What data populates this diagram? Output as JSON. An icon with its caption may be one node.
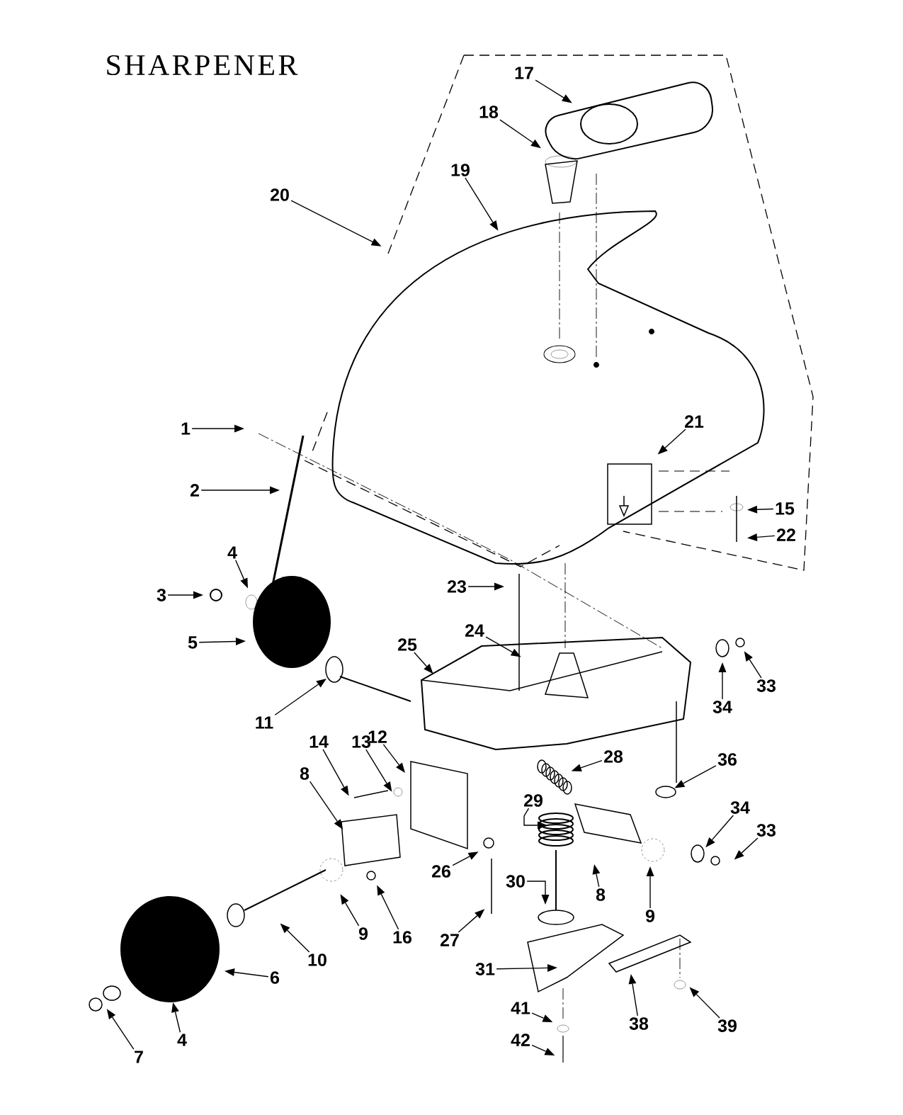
{
  "diagram": {
    "title": "SHARPENER",
    "nodes": [
      {
        "text": [
          "17"
        ]
      },
      {
        "text": [
          "18"
        ]
      },
      {
        "text": [
          "19"
        ]
      },
      {
        "text": [
          "20"
        ]
      },
      {
        "text": [
          "21"
        ]
      },
      {
        "text": [
          "1"
        ]
      },
      {
        "text": [
          "2"
        ]
      },
      {
        "text": [
          "15"
        ]
      },
      {
        "text": [
          "22"
        ]
      },
      {
        "text": [
          "4"
        ]
      },
      {
        "text": [
          "23"
        ]
      },
      {
        "text": [
          "3"
        ]
      },
      {
        "text": [
          "24"
        ]
      },
      {
        "text": [
          "5"
        ]
      },
      {
        "text": [
          "25"
        ]
      },
      {
        "text": [
          "33"
        ]
      },
      {
        "text": [
          "34"
        ]
      },
      {
        "text": [
          "11"
        ]
      },
      {
        "text": [
          "12"
        ]
      },
      {
        "text": [
          "14"
        ]
      },
      {
        "text": [
          "13"
        ]
      },
      {
        "text": [
          "28"
        ]
      },
      {
        "text": [
          "36"
        ]
      },
      {
        "text": [
          "8"
        ]
      },
      {
        "text": [
          "29"
        ]
      },
      {
        "text": [
          "34"
        ]
      },
      {
        "text": [
          "33"
        ]
      },
      {
        "text": [
          "26"
        ]
      },
      {
        "text": [
          "30"
        ]
      },
      {
        "text": [
          "8"
        ]
      },
      {
        "text": [
          "9"
        ]
      },
      {
        "text": [
          "9"
        ]
      },
      {
        "text": [
          "16"
        ]
      },
      {
        "text": [
          "27"
        ]
      },
      {
        "text": [
          "10"
        ]
      },
      {
        "text": [
          "31"
        ]
      },
      {
        "text": [
          "6"
        ]
      },
      {
        "text": [
          "41"
        ]
      },
      {
        "text": [
          "38"
        ]
      },
      {
        "text": [
          "39"
        ]
      },
      {
        "text": [
          "4"
        ]
      },
      {
        "text": [
          "42"
        ]
      },
      {
        "text": [
          "7"
        ]
      }
    ],
    "edges": [
      {
        "from": 0,
        "to": null,
        "arrow": "to"
      },
      {
        "from": 1,
        "to": null,
        "arrow": "to"
      },
      {
        "from": 2,
        "to": null,
        "arrow": "to"
      },
      {
        "from": 3,
        "to": null,
        "arrow": "to"
      },
      {
        "from": 4,
        "to": null,
        "arrow": "to"
      },
      {
        "from": 5,
        "to": null,
        "arrow": "to"
      },
      {
        "from": 6,
        "to": null,
        "arrow": "to"
      },
      {
        "from": 7,
        "to": null,
        "arrow": "to"
      },
      {
        "from": 8,
        "to": null,
        "arrow": "to"
      },
      {
        "from": 9,
        "to": null,
        "arrow": "to"
      },
      {
        "from": 10,
        "to": null,
        "arrow": "to"
      },
      {
        "from": 11,
        "to": null,
        "arrow": "to"
      },
      {
        "from": 12,
        "to": null,
        "arrow": "to"
      },
      {
        "from": 13,
        "to": null,
        "arrow": "to"
      },
      {
        "from": 14,
        "to": null,
        "arrow": "to"
      },
      {
        "from": 15,
        "to": null,
        "arrow": "to"
      },
      {
        "from": 16,
        "to": null,
        "arrow": "to"
      },
      {
        "from": 17,
        "to": null,
        "arrow": "to"
      },
      {
        "from": 18,
        "to": null,
        "arrow": "to"
      },
      {
        "from": 19,
        "to": null,
        "arrow": "to"
      },
      {
        "from": 20,
        "to": null,
        "arrow": "to"
      },
      {
        "from": 21,
        "to": null,
        "arrow": "to"
      },
      {
        "from": 22,
        "to": null,
        "arrow": "to"
      },
      {
        "from": 23,
        "to": null,
        "arrow": "to"
      },
      {
        "from": 24,
        "to": null,
        "arrow": "to"
      },
      {
        "from": 25,
        "to": null,
        "arrow": "to"
      },
      {
        "from": 26,
        "to": null,
        "arrow": "to"
      },
      {
        "from": 27,
        "to": null,
        "arrow": "to"
      },
      {
        "from": 28,
        "to": null,
        "arrow": "to"
      },
      {
        "from": 29,
        "to": null,
        "arrow": "to"
      },
      {
        "from": 30,
        "to": null,
        "arrow": "to"
      },
      {
        "from": 31,
        "to": null,
        "arrow": "to"
      },
      {
        "from": 32,
        "to": null,
        "arrow": "to"
      },
      {
        "from": 33,
        "to": null,
        "arrow": "to"
      },
      {
        "from": 34,
        "to": null,
        "arrow": "to"
      },
      {
        "from": 35,
        "to": null,
        "arrow": "to"
      },
      {
        "from": 36,
        "to": null,
        "arrow": "to"
      },
      {
        "from": 37,
        "to": null,
        "arrow": "to"
      },
      {
        "from": 38,
        "to": null,
        "arrow": "to"
      },
      {
        "from": 39,
        "to": null,
        "arrow": "to"
      },
      {
        "from": 40,
        "to": null,
        "arrow": "to"
      },
      {
        "from": 41,
        "to": null,
        "arrow": "to"
      },
      {
        "from": 42,
        "to": null,
        "arrow": "to"
      }
    ]
  }
}
